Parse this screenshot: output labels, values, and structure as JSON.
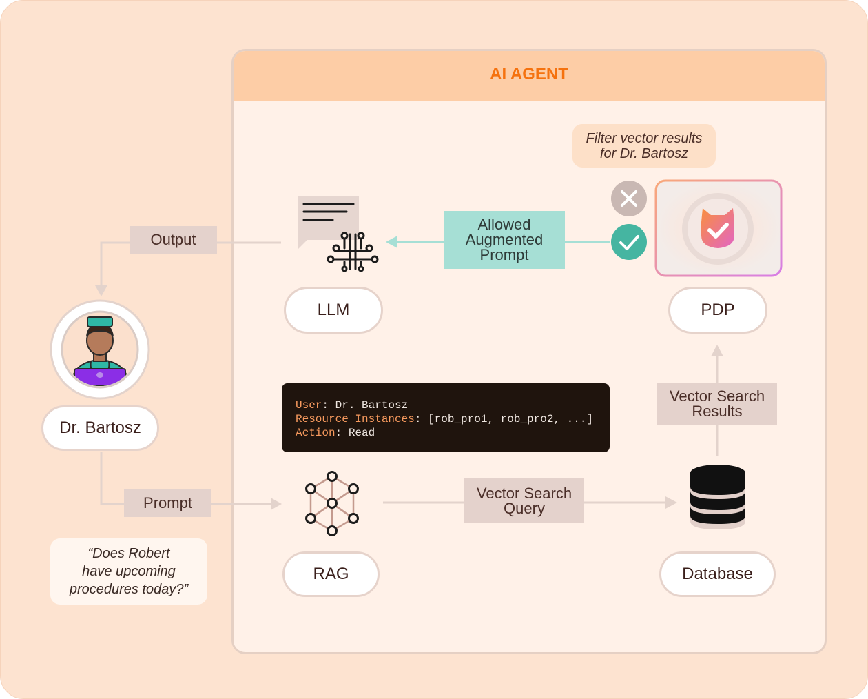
{
  "agent": {
    "title": "AI AGENT"
  },
  "nodes": {
    "user": "Dr. Bartosz",
    "llm": "LLM",
    "pdp": "PDP",
    "rag": "RAG",
    "database": "Database"
  },
  "edges": {
    "output": "Output",
    "prompt": "Prompt",
    "allowed": "Allowed\nAugmented\nPrompt",
    "vector_query": "Vector Search\nQuery",
    "vector_results": "Vector Search\nResults"
  },
  "notes": {
    "user_question": "“Does Robert\nhave upcoming\nprocedures today?”",
    "filter": "Filter vector results\nfor Dr. Bartosz"
  },
  "request": {
    "user_key": "User",
    "user_value": "Dr. Bartosz",
    "resource_key": "Resource Instances",
    "resource_value": "[rob_pro1, rob_pro2, ...]",
    "action_key": "Action",
    "action_value": "Read"
  },
  "colors": {
    "accent": "#f5720f",
    "allow": "#45b5a1",
    "deny": "#c9b8b3",
    "background": "#fde3d0"
  },
  "icons": [
    "llm-chat-circuit-icon",
    "neural-network-icon",
    "database-icon",
    "doctor-avatar-icon",
    "pdp-check-logo-icon",
    "deny-x-icon",
    "allow-check-icon"
  ]
}
